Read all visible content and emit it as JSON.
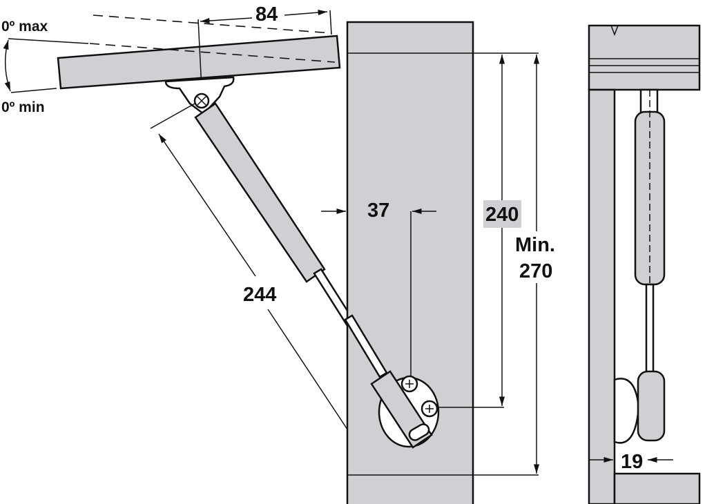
{
  "diagram": {
    "angle_labels": {
      "max": "0º max",
      "min": "0º min"
    },
    "dimensions": {
      "offset": "84",
      "strut_length": "244",
      "mount_inset": "37",
      "mount_height": "240",
      "min_label": "Min.",
      "min_height": "270",
      "side_inset": "19"
    },
    "colors": {
      "part_fill": "#cfd0d3",
      "line": "#111111"
    }
  }
}
